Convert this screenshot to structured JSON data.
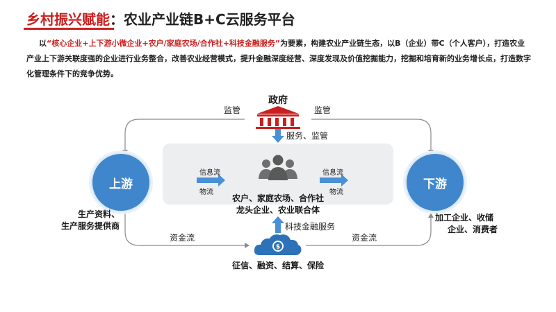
{
  "title": {
    "highlight": "乡村振兴赋能",
    "rest": "：农业产业链B+C云服务平台"
  },
  "intro": {
    "lead": "以",
    "quote": "“核心企业+上下游小微企业+农户/家庭农场/合作社+科技金融服务”",
    "body": "为要素，构建农业产业链生态，以B（企业）带C（个人客户），打造农业产业上下游关联度强的企业进行业务整合，改善农业经营模式，提升金融深度经营、深度发现及价值挖掘能力，挖掘和培育新的业务增长点，打造数字化管理条件下的竞争优势。"
  },
  "government": {
    "label": "政府",
    "left_arrow": "监管",
    "right_arrow": "监管",
    "down_arrow": "服务、监管"
  },
  "upstream": {
    "label": "上游",
    "desc_line1": "生产资料、",
    "desc_line2": "生产服务提供商"
  },
  "downstream": {
    "label": "下游",
    "desc_line1": "加工企业、收储",
    "desc_line2": "企业、消费者"
  },
  "center": {
    "in_top": "信息流",
    "in_bottom": "物流",
    "out_top": "信息流",
    "out_bottom": "物流",
    "line1": "农户、家庭农场、合作社",
    "line2": "龙头企业、农业联合体"
  },
  "finance": {
    "up_arrow": "科技金融服务",
    "left_arrow": "资金流",
    "right_arrow": "资金流",
    "label": "征信、融资、结算、保险"
  },
  "colors": {
    "accent": "#c9201f",
    "node": "#3f86cc",
    "arrow": "#4a90d6",
    "line": "#8a8a8a",
    "panel": "#eceeef",
    "people": "#6f6f6f"
  }
}
